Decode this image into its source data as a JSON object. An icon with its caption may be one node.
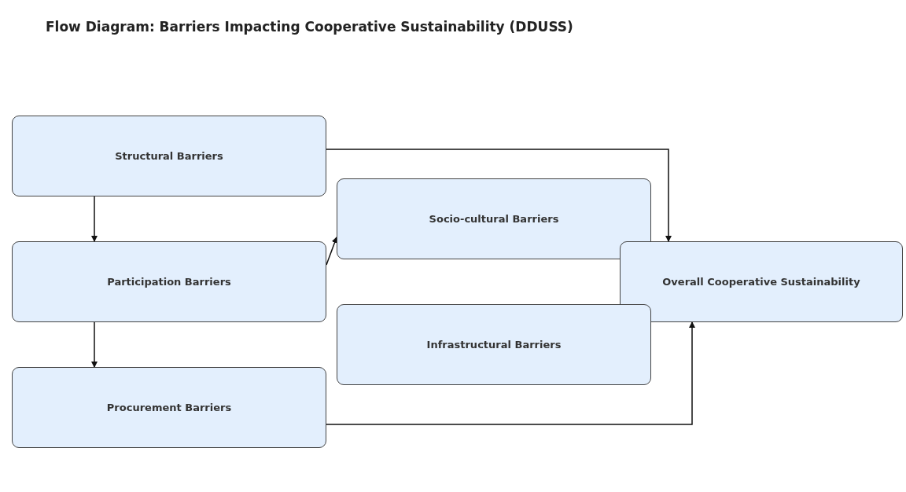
{
  "diagram": {
    "title": "Flow Diagram: Barriers Impacting Cooperative Sustainability (DDUSS)",
    "nodes": [
      {
        "text": [
          "Structural Barriers"
        ]
      },
      {
        "text": [
          "Socio-cultural Barriers"
        ]
      },
      {
        "text": [
          "Participation Barriers"
        ]
      },
      {
        "text": [
          "Overall Cooperative Sustainability"
        ]
      },
      {
        "text": [
          "Infrastructural Barriers"
        ]
      },
      {
        "text": [
          "Procurement Barriers"
        ]
      }
    ],
    "edges": [
      {
        "from": 0,
        "to": 2,
        "arrow": "to"
      },
      {
        "from": 2,
        "to": 5,
        "arrow": "to"
      },
      {
        "from": 0,
        "to": 3,
        "arrow": "to"
      },
      {
        "from": 2,
        "to": 1,
        "arrow": "to"
      },
      {
        "from": 5,
        "to": 3,
        "arrow": "to"
      }
    ]
  }
}
